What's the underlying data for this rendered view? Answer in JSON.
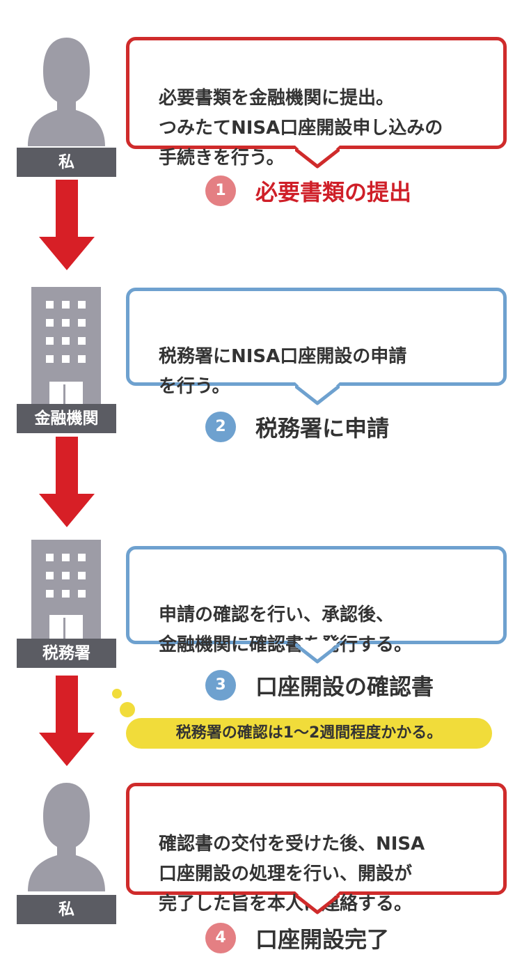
{
  "colors": {
    "accent_red": "#cf2b2b",
    "accent_blue": "#6ea1cf",
    "step_red": "#e47f83",
    "note_yellow": "#f1dc3a",
    "label_gray": "#5b5c63",
    "icon_gray": "#9d9ca6"
  },
  "actors": [
    {
      "label": "私",
      "icon": "person-icon"
    },
    {
      "label": "金融機関",
      "icon": "building-icon"
    },
    {
      "label": "税務署",
      "icon": "building-icon"
    },
    {
      "label": "私",
      "icon": "person-icon"
    }
  ],
  "steps": [
    {
      "number": "1",
      "title": "必要書類の提出",
      "description": "必要書類を金融機関に提出。\nつみたてNISA口座開設申し込みの\n手続きを行う。"
    },
    {
      "number": "2",
      "title": "税務署に申請",
      "description": "税務署にNISA口座開設の申請\nを行う。"
    },
    {
      "number": "3",
      "title": "口座開設の確認書",
      "description": "申請の確認を行い、承認後、\n金融機関に確認書を発行する。"
    },
    {
      "number": "4",
      "title": "口座開設完了",
      "description": "確認書の交付を受けた後、NISA\n口座開設の処理を行い、開設が\n完了した旨を本人に連絡する。"
    }
  ],
  "note": "税務署の確認は1〜2週間程度かかる。"
}
